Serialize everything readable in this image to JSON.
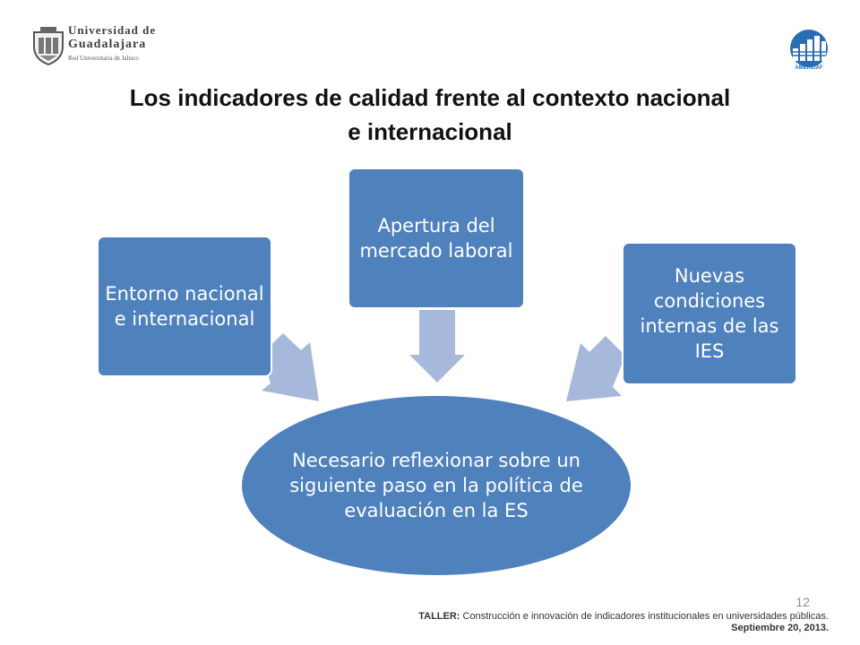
{
  "header": {
    "udg_logo": {
      "line1": "Universidad de",
      "line2": "Guadalajara",
      "line3": "Red Universitaria de Jalisco"
    },
    "amereiaf_logo": {
      "text": "AMEREIAF"
    },
    "title_line1": "Los indicadores de calidad frente al contexto nacional",
    "title_line2": "e internacional"
  },
  "diagram": {
    "nodes": {
      "left": "Entorno nacional e internacional",
      "top": "Apertura del mercado laboral",
      "right": "Nuevas condiciones internas de las IES",
      "center": "Necesario reflexionar sobre un siguiente paso en la política de evaluación en la ES"
    },
    "colors": {
      "box": "#4f81bd",
      "arrow": "#a6b9db"
    }
  },
  "footer": {
    "slide_number": "12",
    "label": "TALLER:",
    "text": "Construcción e innovación de indicadores institucionales en universidades públicas.",
    "date": "Septiembre 20, 2013."
  }
}
